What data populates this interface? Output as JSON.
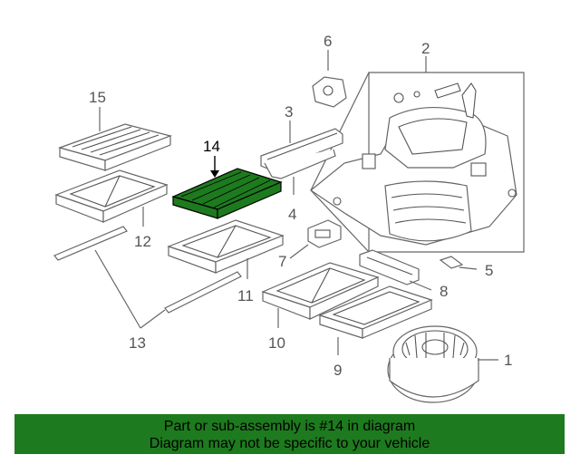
{
  "callouts": {
    "n1": "1",
    "n2": "2",
    "n3": "3",
    "n4": "4",
    "n5": "5",
    "n6": "6",
    "n7": "7",
    "n8": "8",
    "n9": "9",
    "n10": "10",
    "n11": "11",
    "n12": "12",
    "n13": "13",
    "n14": "14",
    "n15": "15"
  },
  "highlighted_part": "14",
  "colors": {
    "highlight": "#1e7a1e",
    "line": "#666666"
  },
  "footer": {
    "line1": "Part or sub-assembly is #14 in diagram",
    "line2": "Diagram may not be specific to your vehicle"
  }
}
